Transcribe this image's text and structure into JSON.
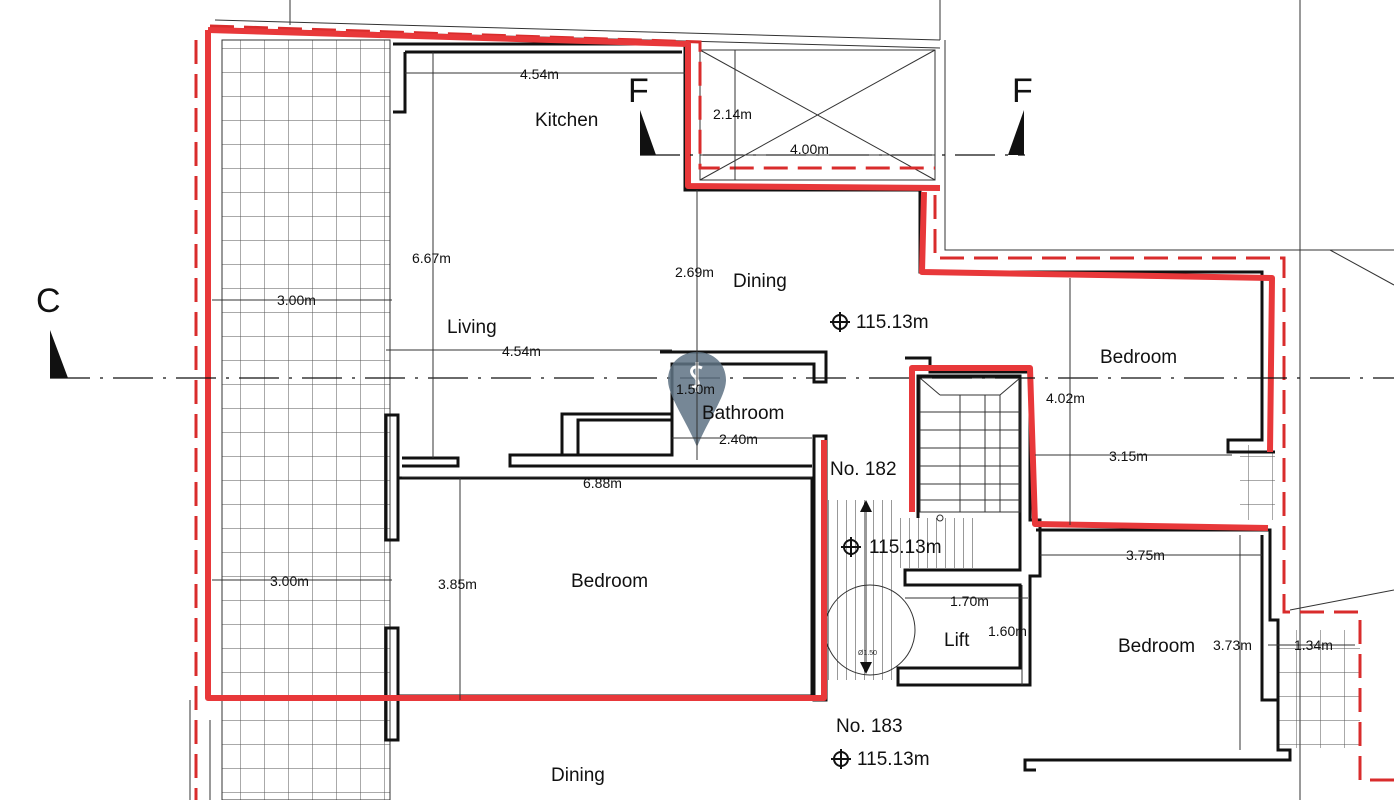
{
  "plan": {
    "section_marks": {
      "c_left": "C",
      "f_left": "F",
      "f_right": "F"
    },
    "rooms": {
      "kitchen": "Kitchen",
      "dining": "Dining",
      "living": "Living",
      "bathroom": "Bathroom",
      "bedroom_main": "Bedroom",
      "bedroom_right_top": "Bedroom",
      "bedroom_right_bottom": "Bedroom",
      "lift": "Lift",
      "dining_lower": "Dining"
    },
    "unit_labels": {
      "no182": "No. 182",
      "no183": "No. 183"
    },
    "levels": {
      "dining": "115.13m",
      "landing": "115.13m",
      "lower": "115.13m"
    },
    "dimensions": {
      "kitchen_width": "4.54m",
      "void_height": "2.14m",
      "void_width": "4.00m",
      "living_depth": "6.67m",
      "dining_depth": "2.69m",
      "terrace_width_top": "3.00m",
      "living_width": "4.54m",
      "bath_depth": "1.50m",
      "bath_width": "2.40m",
      "bedroom_width": "6.88m",
      "terrace_width_bottom": "3.00m",
      "bedroom_depth": "3.85m",
      "bed_r1_depth": "4.02m",
      "bed_r1_width": "3.15m",
      "bed_r2_width": "3.75m",
      "bed_r2_depth": "3.73m",
      "balcony_width": "1.34m",
      "lift_width": "1.70m",
      "lift_depth": "1.60m",
      "turning_circle": "Ø1.50"
    },
    "colors": {
      "boundary": "#e8383a",
      "marker": "#5f7384"
    },
    "marker_icon": "map-pin-icon"
  }
}
